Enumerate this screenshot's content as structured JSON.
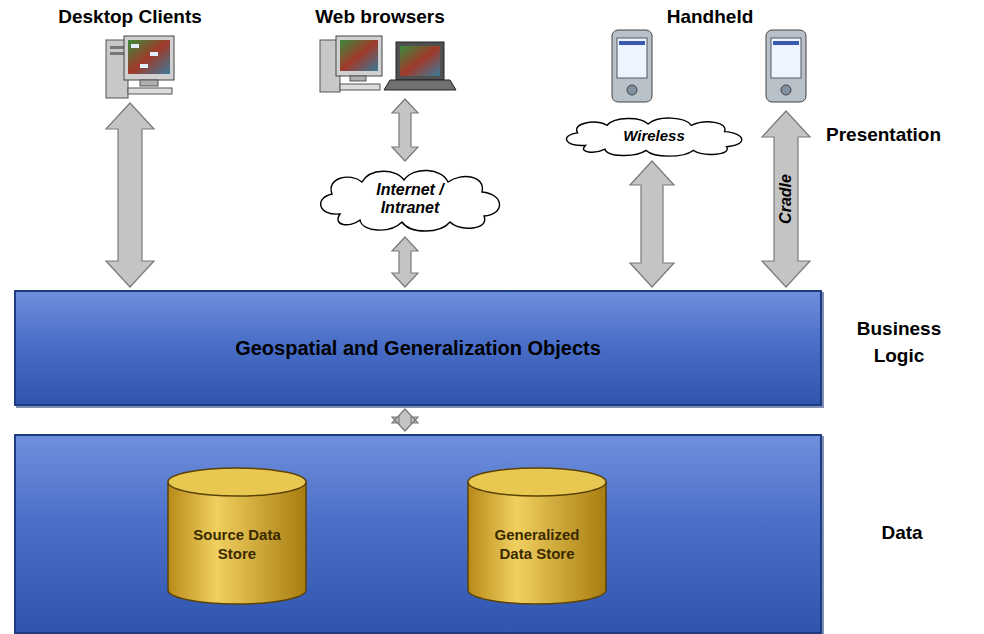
{
  "diagram": {
    "nodes": [
      {
        "text": [
          "Desktop Clients"
        ]
      },
      {
        "text": [
          "Web browsers"
        ]
      },
      {
        "text": [
          "Internet / Intranet"
        ]
      },
      {
        "text": [
          "Handheld"
        ]
      },
      {
        "text": [
          "Wireless"
        ]
      },
      {
        "text": [
          "Geospatial and Generalization Objects",
          "Business Logic"
        ]
      },
      {
        "text": [
          "Data"
        ]
      },
      {
        "text": [
          "Source Data Store"
        ],
        "in": 6
      },
      {
        "text": [
          "Generalized Data Store"
        ],
        "in": 6
      }
    ],
    "edges": [
      {
        "from": 0,
        "to": 5,
        "arrow": "both"
      },
      {
        "from": 1,
        "to": 2,
        "arrow": "both"
      },
      {
        "from": 2,
        "to": 5,
        "arrow": "both"
      },
      {
        "from": 4,
        "to": 5,
        "arrow": "both"
      },
      {
        "from": 3,
        "to": 5,
        "label": "Cradle",
        "arrow": "both"
      },
      {
        "from": 5,
        "to": 6,
        "arrow": "both"
      }
    ],
    "labels": [
      "Presentation"
    ]
  }
}
